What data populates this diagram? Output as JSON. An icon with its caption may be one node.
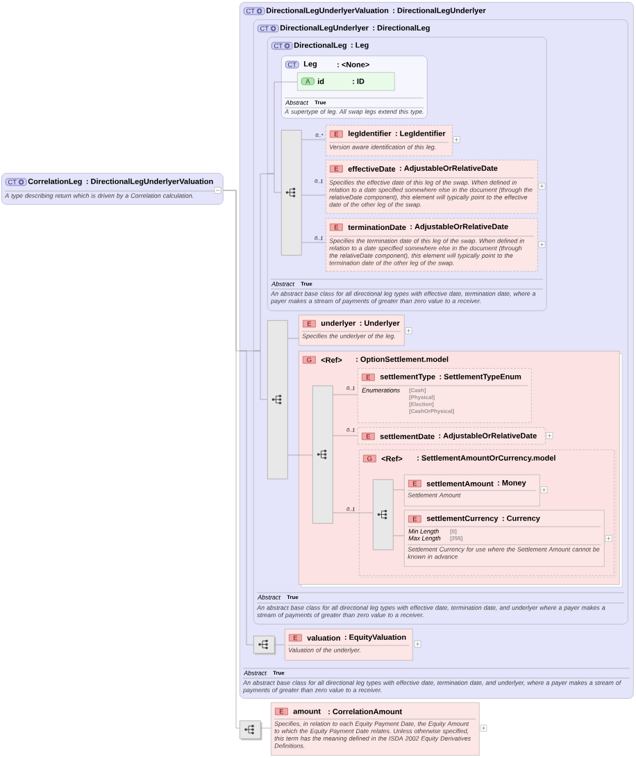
{
  "diagram": {
    "nodes": [
      {
        "text": [
          "CT",
          "CorrelationLeg",
          ": DirectionalLegUnderlyerValuation",
          "A type describing return which is driven by a Correlation calculation."
        ]
      },
      {
        "text": [
          "CT",
          "DirectionalLegUnderlyerValuation",
          ": DirectionalLegUnderlyer",
          "Abstract",
          "True",
          "An abstract base class for all directional leg types with effective date, termination date, and underlyer, where a payer makes a stream of payments of greater than zero value to a receiver."
        ]
      },
      {
        "text": [
          "CT",
          "DirectionalLegUnderlyer",
          ": DirectionalLeg",
          "Abstract",
          "True",
          "An abstract base class for all directional leg types with effective date, termination date, and underlyer where a payer makes a stream of payments of greater than zero value to a receiver."
        ],
        "in": 1
      },
      {
        "text": [
          "CT",
          "DirectionalLeg",
          ": Leg",
          "Abstract",
          "True",
          "An abstract base class for all directional leg types with effective date, termination date, where a payer makes a stream of payments of greater than zero value to a receiver."
        ],
        "in": 2
      },
      {
        "text": [
          "CT",
          "Leg",
          ": <None>",
          "Abstract",
          "True",
          "A supertype of leg. All swap legs extend this type."
        ],
        "in": 3
      },
      {
        "text": [
          "A",
          "id",
          ": ID"
        ],
        "in": 4
      },
      {
        "text": [],
        "shape": "bar",
        "in": 3
      },
      {
        "text": [
          "E",
          "legIdentifier",
          ": LegIdentifier",
          "Version aware identification of this leg."
        ],
        "in": 3
      },
      {
        "text": [
          "E",
          "effectiveDate",
          ": AdjustableOrRelativeDate",
          "Specifies the effective date of this leg of the swap. When defined in relation to a date specified somewhere else in the document (through the relativeDate component), this element will typically point to the effective date of the other leg of the swap."
        ],
        "in": 3
      },
      {
        "text": [
          "E",
          "terminationDate",
          ": AdjustableOrRelativeDate",
          "Specifies the termination date of this leg of the swap. When defined in relation to a date specified somewhere else in the document (through the relativeDate component), this element will typically point to the termination date of the other leg of the swap."
        ],
        "in": 3
      },
      {
        "text": [],
        "shape": "bar",
        "in": 2
      },
      {
        "text": [
          "E",
          "underlyer",
          ": Underlyer",
          "Specifies the underlyer of the leg."
        ],
        "in": 2
      },
      {
        "text": [
          "G",
          "<Ref>",
          ": OptionSettlement.model"
        ],
        "in": 2
      },
      {
        "text": [],
        "shape": "bar",
        "in": 12
      },
      {
        "text": [
          "E",
          "settlementType",
          ": SettlementTypeEnum",
          "Enumerations",
          "[Cash]",
          "[Physical]",
          "[Election]",
          "[CashOrPhysical]"
        ],
        "in": 12
      },
      {
        "text": [
          "E",
          "settlementDate",
          ": AdjustableOrRelativeDate"
        ],
        "in": 12
      },
      {
        "text": [
          "G",
          "<Ref>",
          ": SettlementAmountOrCurrency.model"
        ],
        "in": 12
      },
      {
        "text": [],
        "shape": "bar",
        "in": 16
      },
      {
        "text": [
          "E",
          "settlementAmount",
          ": Money",
          "Settlement Amount"
        ],
        "in": 16
      },
      {
        "text": [
          "E",
          "settlementCurrency",
          ": Currency",
          "Min Length",
          "[0]",
          "Max Length",
          "[255]",
          "Settlement Currency for use where the Settlement Amount cannot be known in advance"
        ],
        "in": 16
      },
      {
        "text": [],
        "shape": "box",
        "in": 1
      },
      {
        "text": [
          "E",
          "valuation",
          ": EquityValuation",
          "Valuation of the underlyer."
        ],
        "in": 1
      },
      {
        "text": [],
        "shape": "box"
      },
      {
        "text": [
          "E",
          "amount",
          ": CorrelationAmount",
          "Specifies, in relation to each Equity Payment Date, the Equity Amount to which the Equity Payment Date relates. Unless otherwise specified, this term has the meaning defined in the ISDA 2002 Equity Derivatives Definitions."
        ]
      }
    ],
    "edges": [
      {
        "from": 0,
        "to": 1,
        "arrow": "none"
      },
      {
        "from": 0,
        "to": 22,
        "arrow": "none"
      },
      {
        "from": 1,
        "to": 2,
        "arrow": "none"
      },
      {
        "from": 1,
        "to": 20,
        "arrow": "none"
      },
      {
        "from": 2,
        "to": 3,
        "arrow": "none"
      },
      {
        "from": 2,
        "to": 10,
        "arrow": "none"
      },
      {
        "from": 3,
        "to": 4,
        "arrow": "none"
      },
      {
        "from": 3,
        "to": 6,
        "arrow": "none"
      },
      {
        "from": 4,
        "to": 5,
        "arrow": "none"
      },
      {
        "from": 6,
        "to": 7,
        "arrow": "none",
        "label": "0..*"
      },
      {
        "from": 6,
        "to": 8,
        "arrow": "none",
        "label": "0..1"
      },
      {
        "from": 6,
        "to": 9,
        "arrow": "none",
        "label": "0..1"
      },
      {
        "from": 10,
        "to": 11,
        "arrow": "none"
      },
      {
        "from": 10,
        "to": 12,
        "arrow": "none"
      },
      {
        "from": 12,
        "to": 13,
        "arrow": "none"
      },
      {
        "from": 13,
        "to": 14,
        "arrow": "none",
        "label": "0..1"
      },
      {
        "from": 13,
        "to": 15,
        "arrow": "none",
        "label": "0..1"
      },
      {
        "from": 13,
        "to": 16,
        "arrow": "none",
        "label": "0..1"
      },
      {
        "from": 16,
        "to": 17,
        "arrow": "none"
      },
      {
        "from": 17,
        "to": 18,
        "arrow": "none"
      },
      {
        "from": 17,
        "to": 19,
        "arrow": "none"
      },
      {
        "from": 20,
        "to": 21,
        "arrow": "none"
      },
      {
        "from": 22,
        "to": 23,
        "arrow": "none"
      }
    ]
  }
}
